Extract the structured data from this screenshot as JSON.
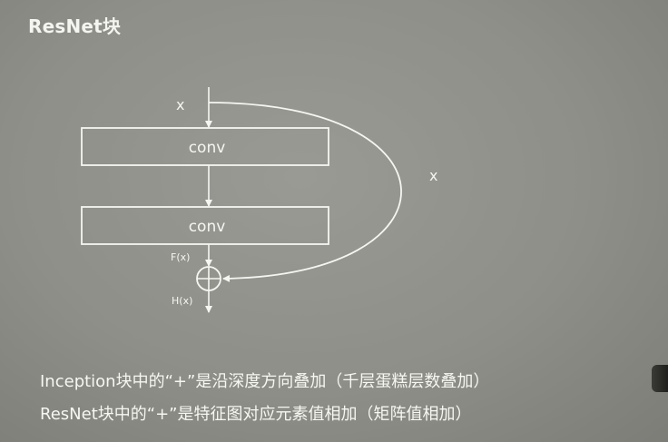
{
  "slide": {
    "title": "ResNet块"
  },
  "diagram": {
    "input_label": "x",
    "skip_label": "x",
    "layers": [
      {
        "label": "conv"
      },
      {
        "label": "conv"
      }
    ],
    "residual_label": "F(x)",
    "output_label": "H(x)"
  },
  "notes": [
    {
      "text": "Inception块中的“+”是沿深度方向叠加（千层蛋糕层数叠加）"
    },
    {
      "text": "ResNet块中的“+”是特征图对应元素值相加（矩阵值相加）"
    }
  ]
}
